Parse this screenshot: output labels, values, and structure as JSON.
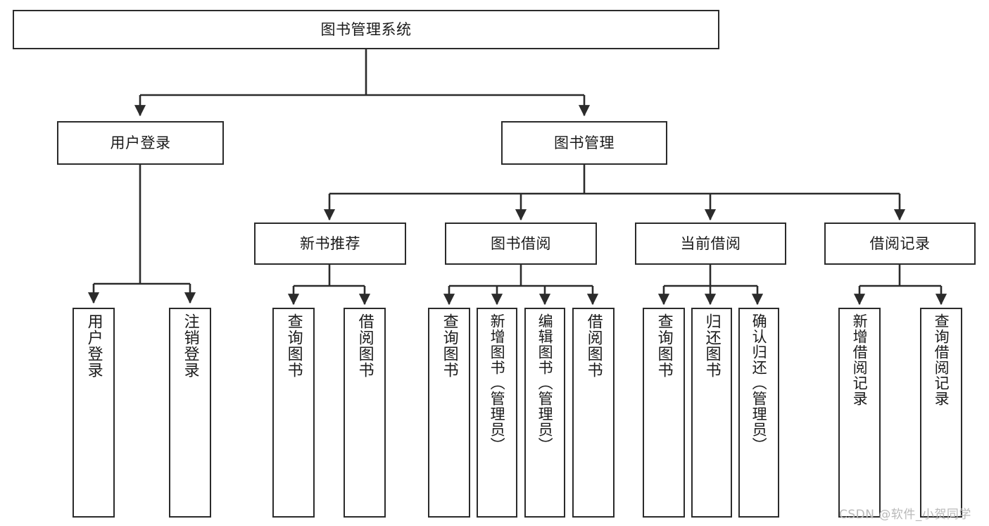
{
  "diagram": {
    "title": "图书管理系统",
    "type": "hierarchy-tree",
    "root": {
      "id": "root",
      "label": "图书管理系统"
    },
    "level1": [
      {
        "id": "user-login",
        "label": "用户登录"
      },
      {
        "id": "book-manage",
        "label": "图书管理"
      }
    ],
    "level2": [
      {
        "id": "new-book-recommend",
        "label": "新书推荐",
        "parent": "book-manage"
      },
      {
        "id": "book-borrow",
        "label": "图书借阅",
        "parent": "book-manage"
      },
      {
        "id": "current-borrow",
        "label": "当前借阅",
        "parent": "book-manage"
      },
      {
        "id": "borrow-record",
        "label": "借阅记录",
        "parent": "book-manage"
      }
    ],
    "leaves": [
      {
        "id": "leaf-user-login",
        "label": "用户登录",
        "parent": "user-login"
      },
      {
        "id": "leaf-logout-login",
        "label": "注销登录",
        "parent": "user-login"
      },
      {
        "id": "leaf-query-book-1",
        "label": "查询图书",
        "parent": "new-book-recommend"
      },
      {
        "id": "leaf-borrow-book-1",
        "label": "借阅图书",
        "parent": "new-book-recommend"
      },
      {
        "id": "leaf-query-book-2",
        "label": "查询图书",
        "parent": "book-borrow"
      },
      {
        "id": "leaf-add-book",
        "label": "新增图书（管理员）",
        "parent": "book-borrow"
      },
      {
        "id": "leaf-edit-book",
        "label": "编辑图书（管理员）",
        "parent": "book-borrow"
      },
      {
        "id": "leaf-borrow-book-2",
        "label": "借阅图书",
        "parent": "book-borrow"
      },
      {
        "id": "leaf-query-book-3",
        "label": "查询图书",
        "parent": "current-borrow"
      },
      {
        "id": "leaf-return-book",
        "label": "归还图书",
        "parent": "current-borrow"
      },
      {
        "id": "leaf-confirm-return",
        "label": "确认归还（管理员）",
        "parent": "current-borrow"
      },
      {
        "id": "leaf-add-record",
        "label": "新增借阅记录",
        "parent": "borrow-record"
      },
      {
        "id": "leaf-query-record",
        "label": "查询借阅记录",
        "parent": "borrow-record"
      }
    ],
    "colors": {
      "border": "#2b2b2b",
      "background": "#ffffff",
      "text": "#1a1a1a",
      "watermark": "#b9b9b9"
    }
  },
  "watermark": {
    "text": "CSDN @软件_小贺同学"
  }
}
